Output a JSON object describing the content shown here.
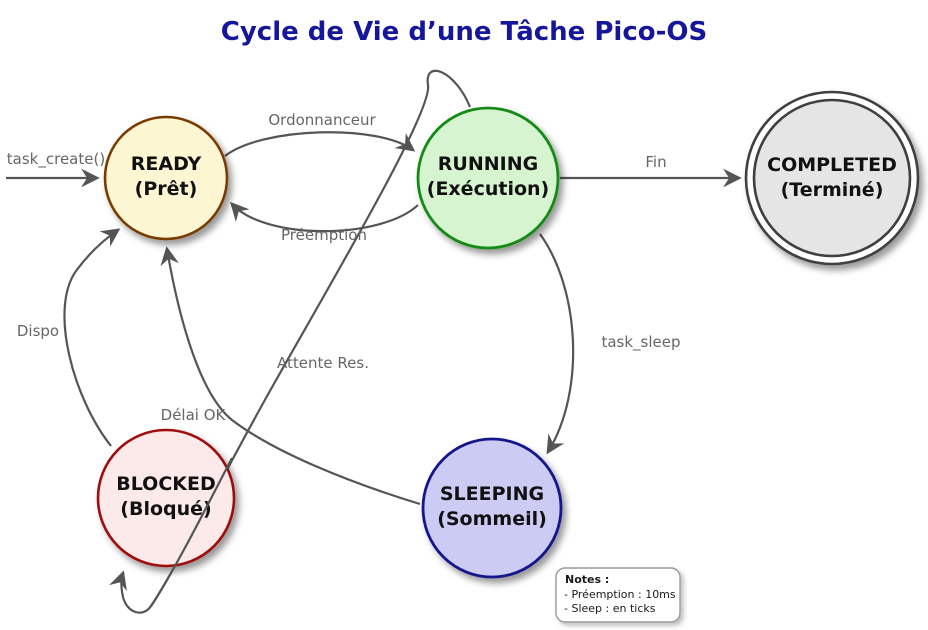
{
  "title": "Cycle de Vie d’une Tâche Pico-OS",
  "colors": {
    "title": "#16169b",
    "edge": "#555555",
    "edge_label": "#666666"
  },
  "states": {
    "ready": {
      "label": "READY",
      "sublabel": "(Prêt)",
      "fill": "#fdf6d3",
      "border": "#7a3b00"
    },
    "running": {
      "label": "RUNNING",
      "sublabel": "(Exécution)",
      "fill": "#d7f4d0",
      "border": "#128a12"
    },
    "completed": {
      "label": "COMPLETED",
      "sublabel": "(Terminé)",
      "fill": "#e5e5e5",
      "border": "#3f3f3f"
    },
    "blocked": {
      "label": "BLOCKED",
      "sublabel": "(Bloqué)",
      "fill": "#fce9e9",
      "border": "#9e0e0e"
    },
    "sleeping": {
      "label": "SLEEPING",
      "sublabel": "(Sommeil)",
      "fill": "#cbcbf4",
      "border": "#15158b"
    }
  },
  "transitions": {
    "create": "task_create()",
    "scheduler": "Ordonnanceur",
    "preemption": "Préemption",
    "finish": "Fin",
    "sleep": "task_sleep",
    "wait": "Attente Res.",
    "available": "Dispo",
    "delay": "Délai OK"
  },
  "notes": {
    "title": "Notes :",
    "lines": [
      "- Préemption : 10ms",
      "- Sleep : en ticks"
    ]
  }
}
